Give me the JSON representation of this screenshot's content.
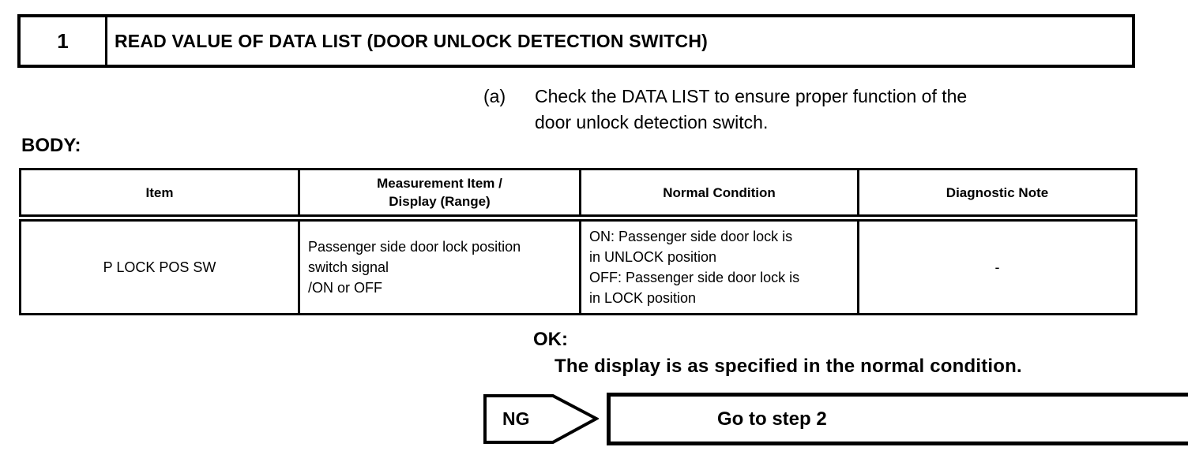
{
  "colors": {
    "ink": "#000000",
    "paper": "#ffffff"
  },
  "step_header": {
    "number": "1",
    "title": "READ VALUE OF DATA LIST (DOOR UNLOCK DETECTION SWITCH)"
  },
  "instruction": {
    "marker": "(a)",
    "lines": [
      "Check the DATA LIST to ensure proper function of the",
      "door unlock detection switch."
    ]
  },
  "section_label": "BODY:",
  "data_table": {
    "headers": [
      {
        "lines": [
          "Item"
        ]
      },
      {
        "lines": [
          "Measurement Item /",
          "Display (Range)"
        ]
      },
      {
        "lines": [
          "Normal Condition"
        ]
      },
      {
        "lines": [
          "Diagnostic Note"
        ]
      }
    ],
    "rows": [
      {
        "item": "P LOCK POS SW",
        "measurement_lines": [
          "Passenger side door lock position",
          "switch signal",
          "/ON or OFF"
        ],
        "normal_condition_lines": [
          "ON: Passenger side door lock is",
          "in UNLOCK position",
          "OFF: Passenger side door lock is",
          "in LOCK position"
        ],
        "diagnostic_note": "-"
      }
    ]
  },
  "result": {
    "ok_label": "OK:",
    "ok_text": "The display is as specified in the normal condition."
  },
  "ng_branch": {
    "label": "NG",
    "action": "Go to step 2"
  }
}
